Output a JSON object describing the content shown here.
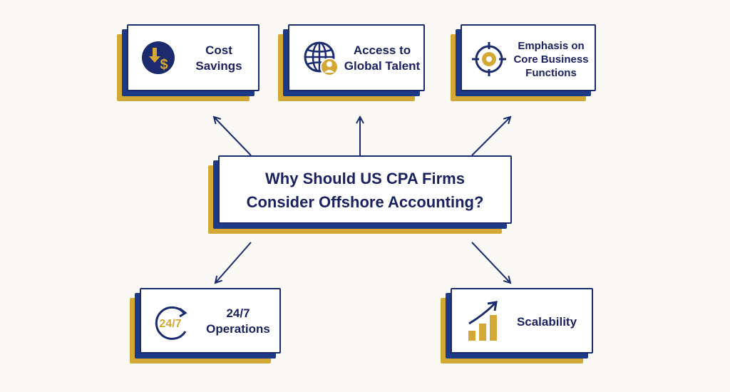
{
  "center": {
    "line1": "Why Should US CPA Firms",
    "line2": "Consider Offshore Accounting?"
  },
  "cost_savings": {
    "line1": "Cost",
    "line2": "Savings"
  },
  "global_talent": {
    "line1": "Access to",
    "line2": "Global Talent"
  },
  "core_business": {
    "line1": "Emphasis on",
    "line2": "Core Business",
    "line3": "Functions"
  },
  "operations": {
    "line1": "24/7",
    "line2": "Operations",
    "icon_text": "24/7"
  },
  "scalability": {
    "line1": "Scalability"
  },
  "colors": {
    "navy": "#1c2b6e",
    "gold": "#d4a835",
    "text": "#1a2260",
    "background": "#faf9f6"
  },
  "icons": {
    "cost_savings": "dollar-down-arrow-icon",
    "global_talent": "globe-person-icon",
    "core_business": "target-crosshair-icon",
    "operations": "clock-cycle-icon",
    "scalability": "growth-chart-icon"
  }
}
